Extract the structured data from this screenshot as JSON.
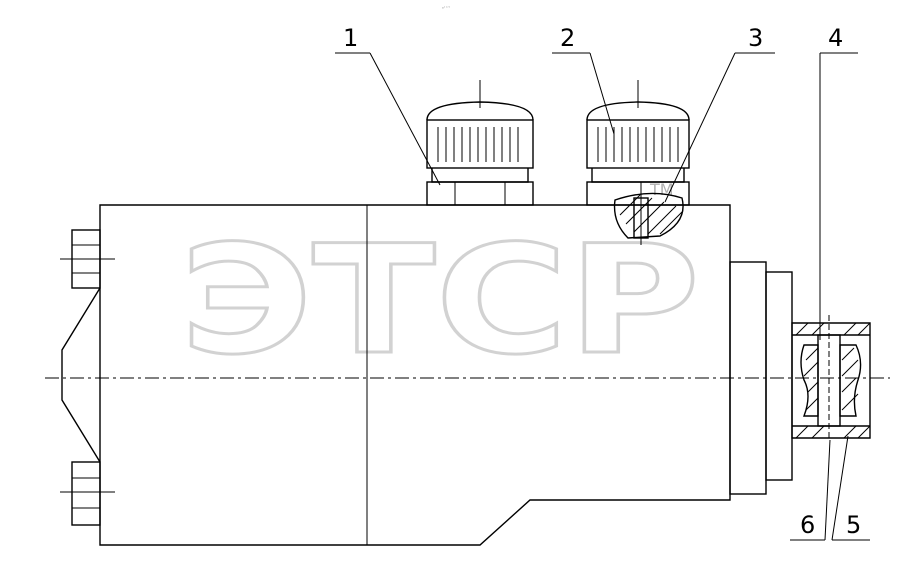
{
  "top_text": "⁰’ ’’’",
  "callouts": [
    {
      "id": "1",
      "label": "1"
    },
    {
      "id": "2",
      "label": "2"
    },
    {
      "id": "3",
      "label": "3"
    },
    {
      "id": "4",
      "label": "4"
    },
    {
      "id": "5",
      "label": "5"
    },
    {
      "id": "6",
      "label": "6"
    }
  ],
  "watermark": {
    "text": "ЭТСР",
    "mark": "TM"
  }
}
